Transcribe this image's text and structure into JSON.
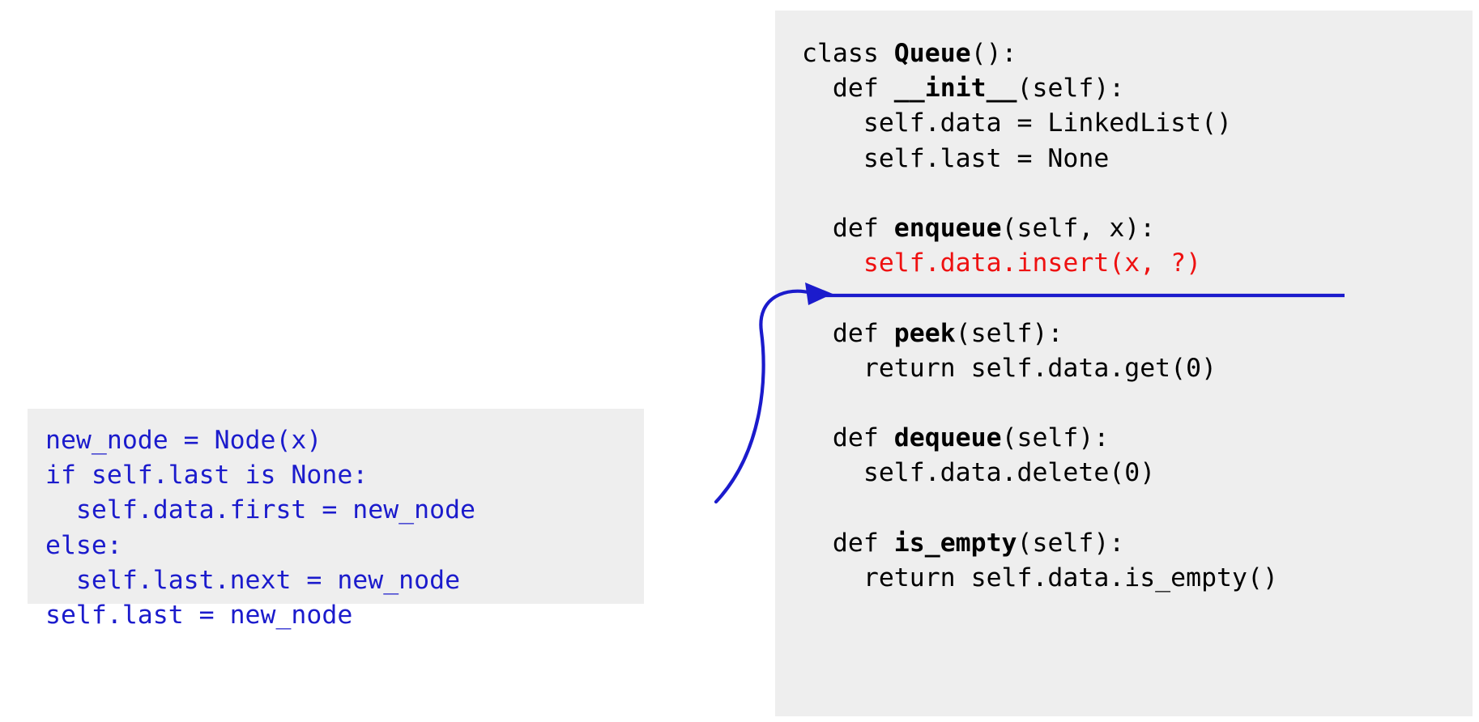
{
  "colors": {
    "panel_background": "#eeeeee",
    "page_background": "#ffffff",
    "code_text": "#000000",
    "snippet_text": "#1b1bcc",
    "error_text": "#ee1111",
    "arrow": "#1b1bcc"
  },
  "queue_panel": {
    "lines": [
      {
        "plain": "class ",
        "bold": "Queue",
        "tail": "():"
      },
      {
        "plain": "  def ",
        "bold": "__init__",
        "tail": "(self):"
      },
      {
        "plain": "    self.data = LinkedList()",
        "bold": "",
        "tail": ""
      },
      {
        "plain": "    self.last = None",
        "bold": "",
        "tail": ""
      },
      {
        "plain": "",
        "bold": "",
        "tail": ""
      },
      {
        "plain": "  def ",
        "bold": "enqueue",
        "tail": "(self, x):"
      },
      {
        "plain": "    self.data.insert(x, ?)",
        "bold": "",
        "tail": "",
        "struck": true
      },
      {
        "plain": "",
        "bold": "",
        "tail": ""
      },
      {
        "plain": "  def ",
        "bold": "peek",
        "tail": "(self):"
      },
      {
        "plain": "    return self.data.get(0)",
        "bold": "",
        "tail": ""
      },
      {
        "plain": "",
        "bold": "",
        "tail": ""
      },
      {
        "plain": "  def ",
        "bold": "dequeue",
        "tail": "(self):"
      },
      {
        "plain": "    self.data.delete(0)",
        "bold": "",
        "tail": ""
      },
      {
        "plain": "",
        "bold": "",
        "tail": ""
      },
      {
        "plain": "  def ",
        "bold": "is_empty",
        "tail": "(self):"
      },
      {
        "plain": "    return self.data.is_empty()",
        "bold": "",
        "tail": ""
      }
    ]
  },
  "snippet_panel": {
    "lines": [
      "new_node = Node(x)",
      "if self.last is None:",
      "  self.data.first = new_node",
      "else:",
      "  self.last.next = new_node",
      "self.last = new_node"
    ]
  },
  "annotation": {
    "arrow_label": "replacement-arrow",
    "strikethrough_label": "strikethrough-line"
  }
}
